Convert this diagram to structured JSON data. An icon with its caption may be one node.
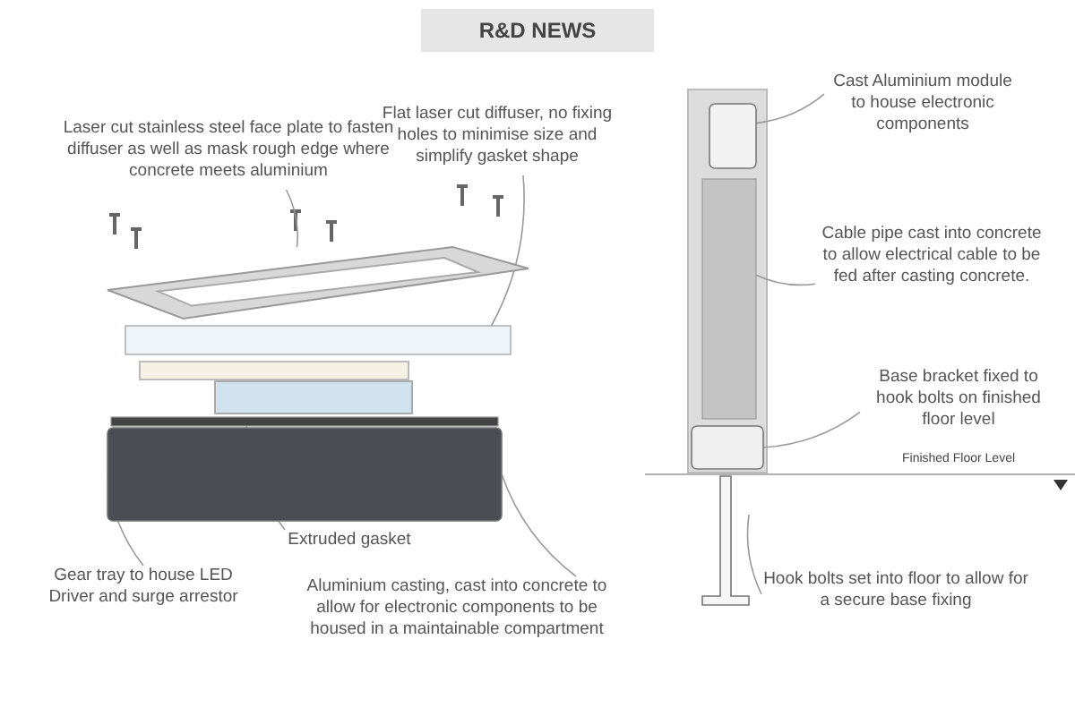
{
  "diagram": {
    "title": "R&D NEWS",
    "nodes": [
      {
        "text": [
          "Laser cut stainless steel face plate to fasten diffuser as well as mask rough edge where concrete meets aluminium"
        ]
      },
      {
        "text": [
          "Flat laser cut diffuser, no fixing holes to minimise size and simplify gasket shape"
        ]
      },
      {
        "text": [
          "Extruded gasket"
        ]
      },
      {
        "text": [
          "Gear tray to house LED Driver and surge arrestor"
        ]
      },
      {
        "text": [
          "Aluminium casting, cast into concrete to allow for electronic components to be housed in a maintainable compartment"
        ]
      },
      {
        "text": [
          "Cast Aluminium module to house electronic components"
        ]
      },
      {
        "text": [
          "Cable pipe cast into concrete to allow electrical cable to be fed after casting concrete."
        ]
      },
      {
        "text": [
          "Base bracket fixed to hook bolts on finished floor level"
        ]
      },
      {
        "text": [
          "Hook bolts set into floor to allow for a secure base fixing"
        ]
      },
      {
        "text": [],
        "shape": "plate"
      },
      {
        "text": [],
        "shape": "bar"
      },
      {
        "text": [],
        "shape": "bar"
      },
      {
        "text": [],
        "shape": "box"
      },
      {
        "text": [],
        "shape": "box"
      },
      {
        "text": [],
        "shape": "bar"
      },
      {
        "text": [],
        "shape": "box"
      },
      {
        "text": [],
        "shape": "bolt"
      }
    ],
    "edges": [
      {
        "from": 0,
        "to": 9,
        "arrow": "none"
      },
      {
        "from": 1,
        "to": 10,
        "arrow": "none"
      },
      {
        "from": 2,
        "to": 11,
        "arrow": "none"
      },
      {
        "from": 3,
        "to": 12,
        "arrow": "none"
      },
      {
        "from": 4,
        "to": 12,
        "arrow": "none"
      },
      {
        "from": 5,
        "to": 13,
        "arrow": "none"
      },
      {
        "from": 6,
        "to": 14,
        "arrow": "none"
      },
      {
        "from": 7,
        "to": 15,
        "arrow": "none"
      },
      {
        "from": 8,
        "to": 16,
        "arrow": "none"
      }
    ],
    "labels": [
      "Finished Floor Level"
    ]
  }
}
